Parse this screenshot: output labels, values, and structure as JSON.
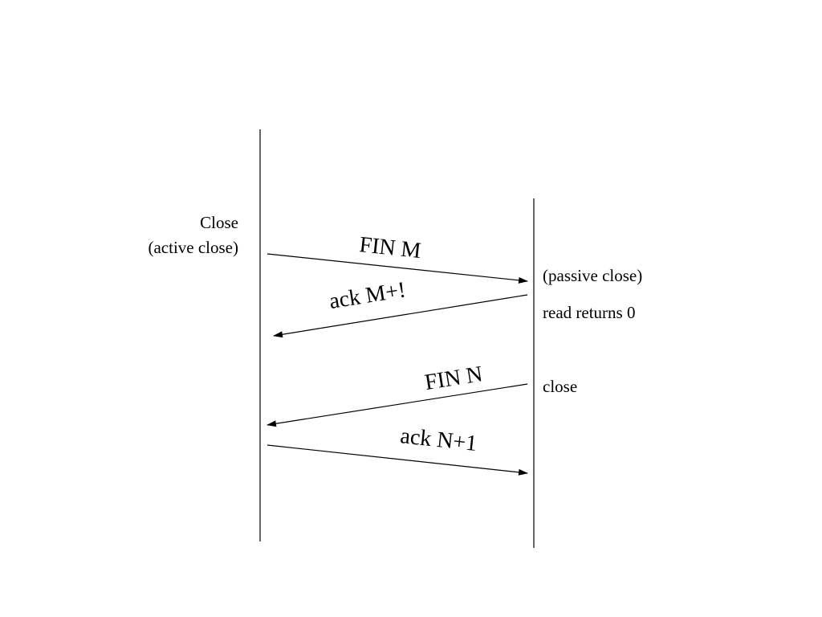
{
  "left_host": {
    "label_line1": "Close",
    "label_line2": "(active close)"
  },
  "right_host": {
    "passive_close": "(passive close)",
    "read_returns": "read returns 0",
    "close": "close"
  },
  "messages": {
    "fin_m": "FIN M",
    "ack_m": "ack M+!",
    "fin_n": "FIN N",
    "ack_n": "ack N+1"
  }
}
